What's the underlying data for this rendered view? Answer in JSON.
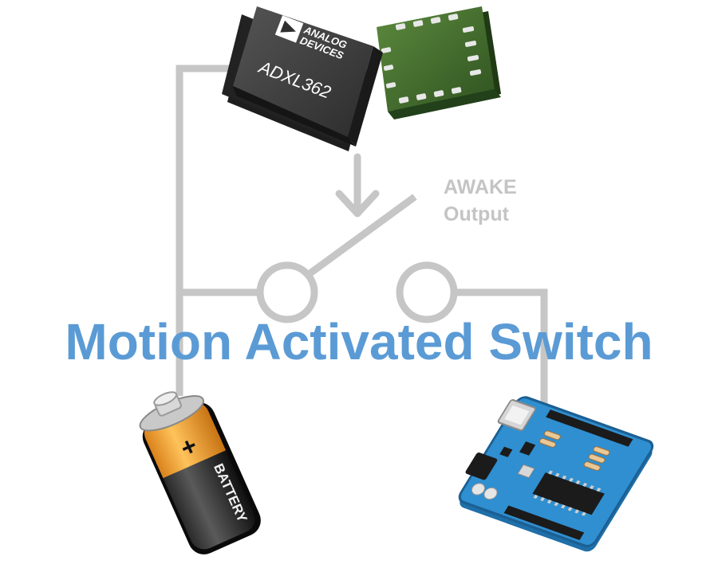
{
  "chip": {
    "brand_line1": "ANALOG",
    "brand_line2": "DEVICES",
    "part_number": "ADXL362"
  },
  "output": {
    "line1": "AWAKE",
    "line2": "Output"
  },
  "title": "Motion Activated Switch",
  "battery": {
    "plus_sign": "+",
    "label": "BATTERY"
  },
  "colors": {
    "wire": "#c6c6c6",
    "title": "#5b9bd5",
    "chip_body": "#3a3a3a",
    "pcb_green": "#3f6b2c",
    "battery_orange": "#f0a23a",
    "board_blue": "#2f8fd0"
  },
  "icons": {
    "chip": "adxl362-chip-icon",
    "pcb": "chip-underside-icon",
    "arrow": "down-arrow-icon",
    "battery": "battery-icon",
    "board": "arduino-board-icon"
  }
}
